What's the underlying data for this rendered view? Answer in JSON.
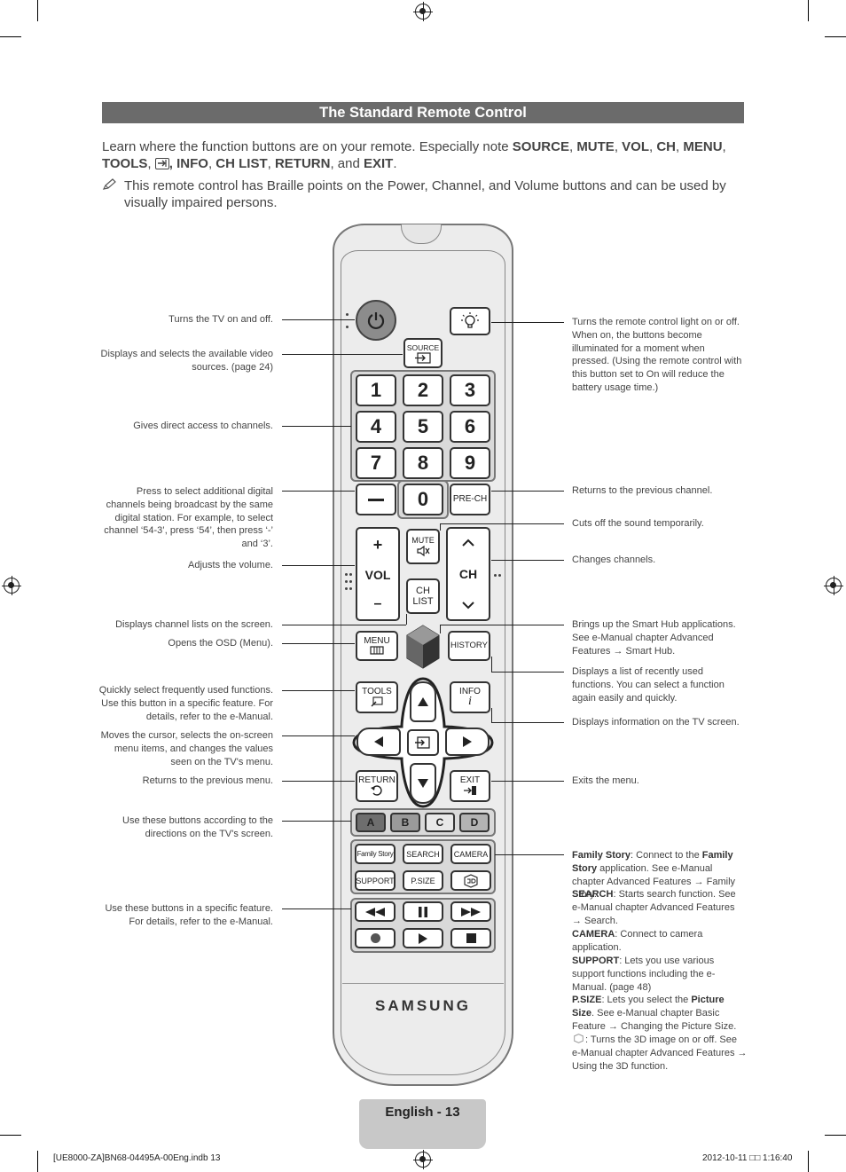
{
  "header": {
    "title": "The Standard Remote Control"
  },
  "intro": {
    "text_before": "Learn where the function buttons are on your remote. Especially note ",
    "b1": "SOURCE",
    "s1": ", ",
    "b2": "MUTE",
    "s2": ", ",
    "b3": "VOL",
    "s3": ", ",
    "b4": "CH",
    "s4": ", ",
    "b5": "MENU",
    "s5": ",",
    "b6": "TOOLS",
    "s6": ", ",
    "s7": ", ",
    "b7": "INFO",
    "s8": ", ",
    "b8": "CH LIST",
    "s9": ", ",
    "b9": "RETURN",
    "s10": ", and ",
    "b10": "EXIT",
    "s11": "."
  },
  "note": {
    "text": "This remote control has Braille points on the Power, Channel, and Volume buttons and can be used by visually impaired persons."
  },
  "left_labels": {
    "power": "Turns the TV on and off.",
    "source": "Displays and selects the available video sources. (page 24)",
    "numbers": "Gives direct access to channels.",
    "dash": "Press to select additional digital channels being broadcast by the same digital station. For example, to select channel ‘54-3’, press ‘54’, then press ‘-’ and ‘3’.",
    "volume": "Adjusts the volume.",
    "chlist": "Displays channel lists on the screen.",
    "menu": "Opens the OSD (Menu).",
    "tools": "Quickly select frequently used functions. Use this button in a specific feature. For details, refer to the e-Manual.",
    "cursor": "Moves the cursor, selects the on-screen menu items, and changes the values seen on the TV's menu.",
    "return": "Returns to the previous menu.",
    "abcd": "Use these buttons according to the directions on the TV's screen.",
    "media": "Use these buttons in a specific feature. For details, refer to the e-Manual."
  },
  "right_labels": {
    "light": "Turns the remote control light on or off. When on, the buttons become illuminated for a moment when pressed. (Using the remote control with this button set to On will reduce the battery usage time.)",
    "prech": "Returns to the previous channel.",
    "mute": "Cuts off the sound temporarily.",
    "ch": "Changes channels.",
    "smarthub": "Brings up the Smart Hub applications. See e-Manual chapter Advanced Features → Smart Hub.",
    "history": "Displays a list of recently used functions. You can select a function again easily and quickly.",
    "info": "Displays information on the TV screen.",
    "exit": "Exits the menu.",
    "fs_b1": "Family Story",
    "fs_t1": ": Connect to the ",
    "fs_b2": "Family Story",
    "fs_t2": " application. See e-Manual chapter Advanced Features → Family Story.",
    "search_b": "SEARCH",
    "search_t": ": Starts search function. See e-Manual chapter Advanced Features → Search.",
    "camera_b": "CAMERA",
    "camera_t": ": Connect to camera application.",
    "support_b": "SUPPORT",
    "support_t": ": Lets you use various support functions including the e-Manual. (page 48)",
    "psize_b": "P.SIZE",
    "psize_t1": ": Lets you select the ",
    "psize_b2": "Picture Size",
    "psize_t2": ". See e-Manual chapter Basic Feature → Changing the Picture Size.",
    "3d_t": ": Turns the 3D image on or off. See e-Manual chapter Advanced Features → Using the 3D function."
  },
  "remote": {
    "source": "SOURCE",
    "n1": "1",
    "n2": "2",
    "n3": "3",
    "n4": "4",
    "n5": "5",
    "n6": "6",
    "n7": "7",
    "n8": "8",
    "n9": "9",
    "n0": "0",
    "prech": "PRE-CH",
    "vol": "VOL",
    "plus": "+",
    "minus": "–",
    "mute": "MUTE",
    "chlist_1": "CH",
    "chlist_2": "LIST",
    "ch": "CH",
    "menu": "MENU",
    "history": "HISTORY",
    "tools": "TOOLS",
    "info": "INFO",
    "info_i": "i",
    "return": "RETURN",
    "exit": "EXIT",
    "a": "A",
    "b": "B",
    "c": "C",
    "d": "D",
    "family_story": "Family Story",
    "search": "SEARCH",
    "camera": "CAMERA",
    "support": "SUPPORT",
    "psize": "P.SIZE",
    "brand": "SAMSUNG"
  },
  "colors": {
    "a": "#6e6e6e",
    "b": "#9a9a9a",
    "c": "#c9c9c9",
    "d": "#b3b3b3",
    "title_bar": "#6b6b6b"
  },
  "icons": [
    "power-icon",
    "light-bulb-icon",
    "source-icon",
    "mute-icon",
    "menu-icon",
    "smart-hub-icon",
    "tools-icon",
    "enter-icon",
    "return-icon",
    "exit-icon",
    "3d-icon",
    "rewind-icon",
    "pause-icon",
    "fast-forward-icon",
    "record-icon",
    "play-icon",
    "stop-icon",
    "pencil-note-icon"
  ],
  "footer": {
    "page": "English - 13",
    "slug_left": "[UE8000-ZA]BN68-04495A-00Eng.indb   13",
    "slug_right": "2012-10-11   □□ 1:16:40"
  }
}
